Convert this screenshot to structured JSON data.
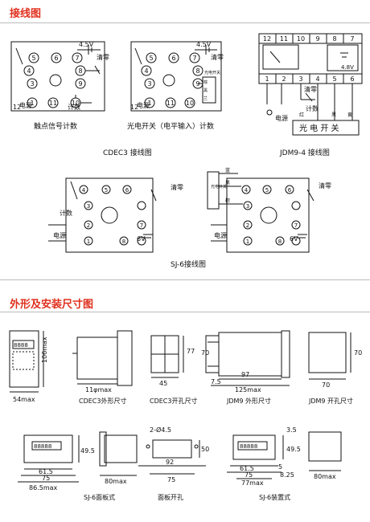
{
  "colors": {
    "accent": "#e0301e",
    "rule": "#bbbbbb"
  },
  "sections": {
    "wiring_title": "接线图",
    "dimensions_title": "外形及安装尺寸图"
  },
  "cdec3": {
    "diagram1_label": "触点信号计数",
    "diagram2_label": "光电开关（电平输入）计数",
    "caption": "CDEC3 接线图",
    "voltage": "4.5V",
    "reset": "清零",
    "power": "电源",
    "count": "计数",
    "voltage_rail": "12",
    "terminals": [
      "1",
      "2",
      "3",
      "4",
      "5",
      "6",
      "7",
      "8",
      "9",
      "10",
      "11",
      "12"
    ],
    "sensor_labels": [
      "棕",
      "黑",
      "兰"
    ],
    "sensor_box": "光电开关"
  },
  "jdm": {
    "caption": "JDM9-4 接线图",
    "top_pins": [
      "12",
      "11",
      "10",
      "9",
      "8",
      "7"
    ],
    "bottom_pins": [
      "1",
      "2",
      "3",
      "4",
      "5",
      "6"
    ],
    "voltage": "4.8V",
    "power": "电源",
    "reset": "清零",
    "count": "计数",
    "switch_label": "光 电 开 关",
    "wire_labels": [
      "红",
      "黑",
      "黄"
    ]
  },
  "sj6": {
    "caption": "SJ-6接线图",
    "count": "计数",
    "power": "电源",
    "reset": "清零",
    "voltage": "6V",
    "sensor_box": "光电开关",
    "wire_labels": [
      "蓝",
      "黑",
      "棕"
    ],
    "terminals": [
      "1",
      "2",
      "3",
      "4",
      "5",
      "6",
      "7",
      "8"
    ]
  },
  "dims": {
    "cdec3_outline": {
      "caption": "CDEC3外形尺寸",
      "height": "106max",
      "width": "54max",
      "depth": "11φmax",
      "display": "8888"
    },
    "cdec3_cutout": {
      "caption": "CDEC3开孔尺寸",
      "height": "77",
      "width": "45"
    },
    "jdm_outline": {
      "caption": "JDM9 外形尺寸",
      "height": "70",
      "depth": "97",
      "front": "7.5",
      "total": "125max"
    },
    "jdm_cutout": {
      "caption": "JDM9 开孔尺寸",
      "height": "70",
      "width": "70"
    },
    "sj6_panel": {
      "caption": "SJ-6面板式",
      "w1": "61.5",
      "w2": "75",
      "w3": "86.5max",
      "h": "49.5",
      "depth": "80max",
      "display": "88888"
    },
    "sj6_cutout": {
      "caption": "面板开孔",
      "holes": "2-Ø4.5",
      "w1": "92",
      "w2": "75",
      "h": "50"
    },
    "sj6_mount": {
      "caption": "SJ-6装置式",
      "w1": "61.5",
      "w2": "75",
      "w3": "77max",
      "h1": "49.5",
      "side1": "3.5",
      "side2": "5",
      "side3": "8.25",
      "depth": "80max",
      "display": "88888"
    }
  }
}
